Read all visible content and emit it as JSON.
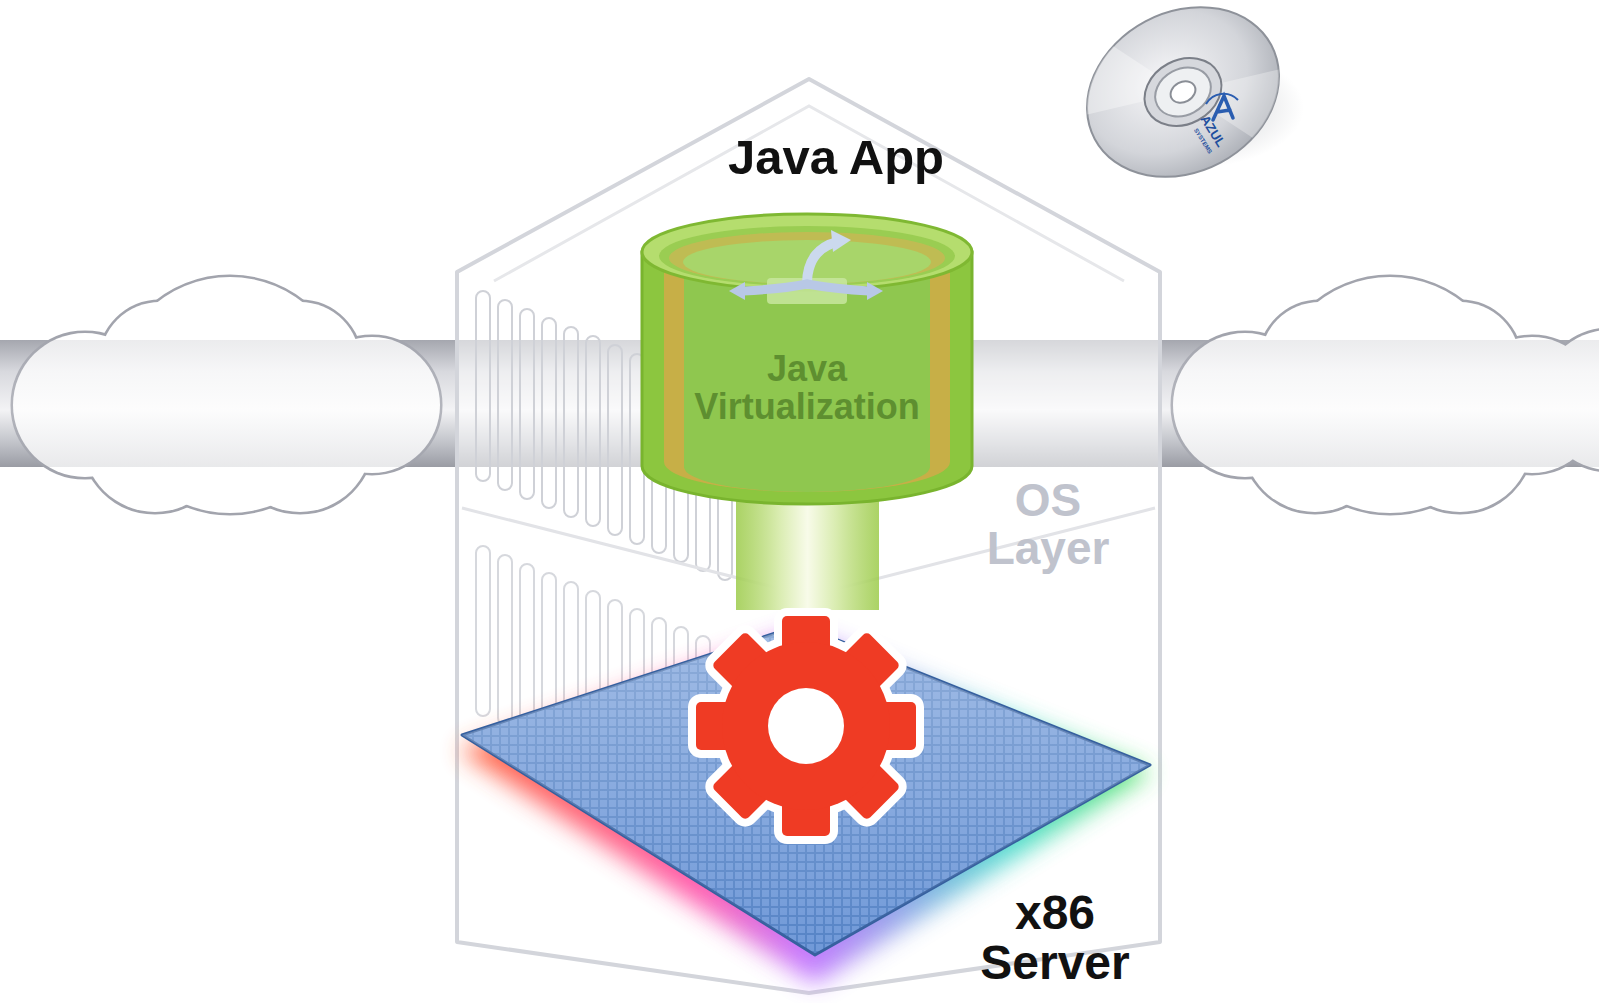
{
  "diagram": {
    "nodes": [
      {
        "text": [
          "Java App"
        ]
      },
      {
        "text": [
          "Java Virtualization"
        ],
        "in": 0
      },
      {
        "text": [
          "OS Layer"
        ],
        "in": 0
      },
      {
        "text": [
          "x86 Server"
        ],
        "in": 0
      }
    ],
    "edges": [
      {
        "from": 1,
        "to": 3,
        "arrow": "none"
      }
    ],
    "labels": [
      "AZUL",
      "SYSTEMS"
    ]
  }
}
